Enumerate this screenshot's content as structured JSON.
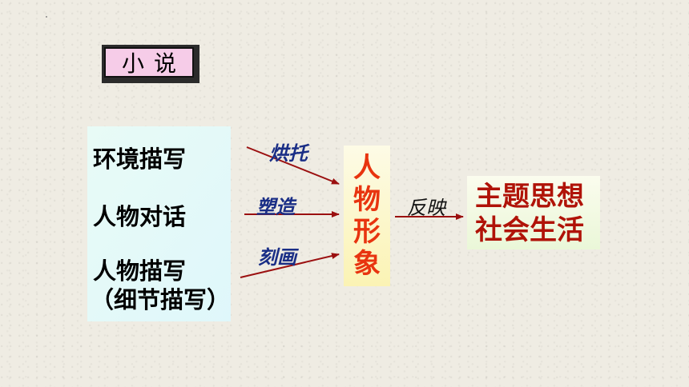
{
  "title": "小说",
  "left_box": {
    "items": [
      "环境描写",
      "人物对话",
      "人物描写",
      "（细节描写）"
    ]
  },
  "edges": {
    "top": "烘托",
    "middle": "塑造",
    "bottom": "刻画",
    "right": "反映"
  },
  "center_box": {
    "chars": [
      "人",
      "物",
      "形",
      "象"
    ]
  },
  "right_box": {
    "lines": [
      "主题思想",
      "社会生活"
    ]
  },
  "colors": {
    "arrow": "#9b1010",
    "center_text": "#e8340f",
    "right_text": "#b01308",
    "edge_label": "#1a2e86",
    "title_bg": "#f6cce8"
  }
}
